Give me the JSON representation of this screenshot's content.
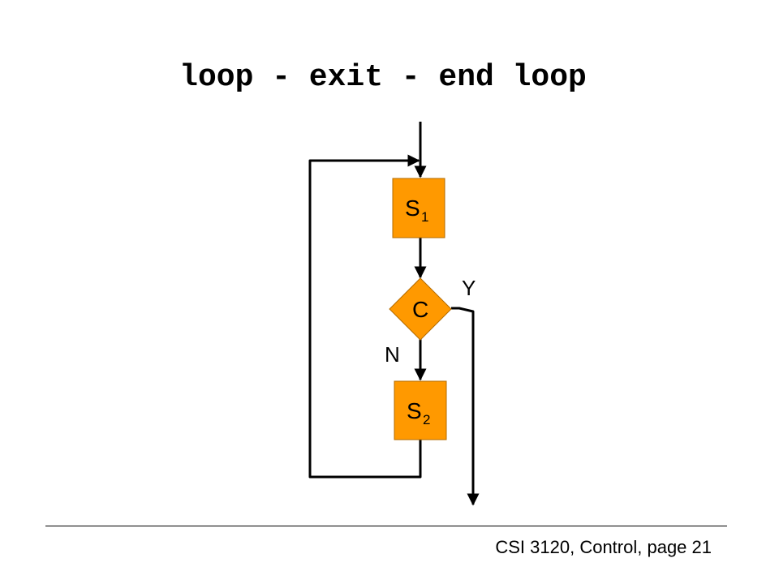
{
  "slide": {
    "title": "loop - exit - end loop",
    "footer": "CSI 3120, Control, page 21"
  },
  "diagram": {
    "nodes": {
      "s1": {
        "letter": "S",
        "sub": "1"
      },
      "condition": {
        "letter": "C"
      },
      "s2": {
        "letter": "S",
        "sub": "2"
      }
    },
    "branches": {
      "yes": "Y",
      "no": "N"
    },
    "colors": {
      "box_fill": "#ff9900",
      "box_stroke": "#b36b00",
      "line": "#000000"
    }
  }
}
